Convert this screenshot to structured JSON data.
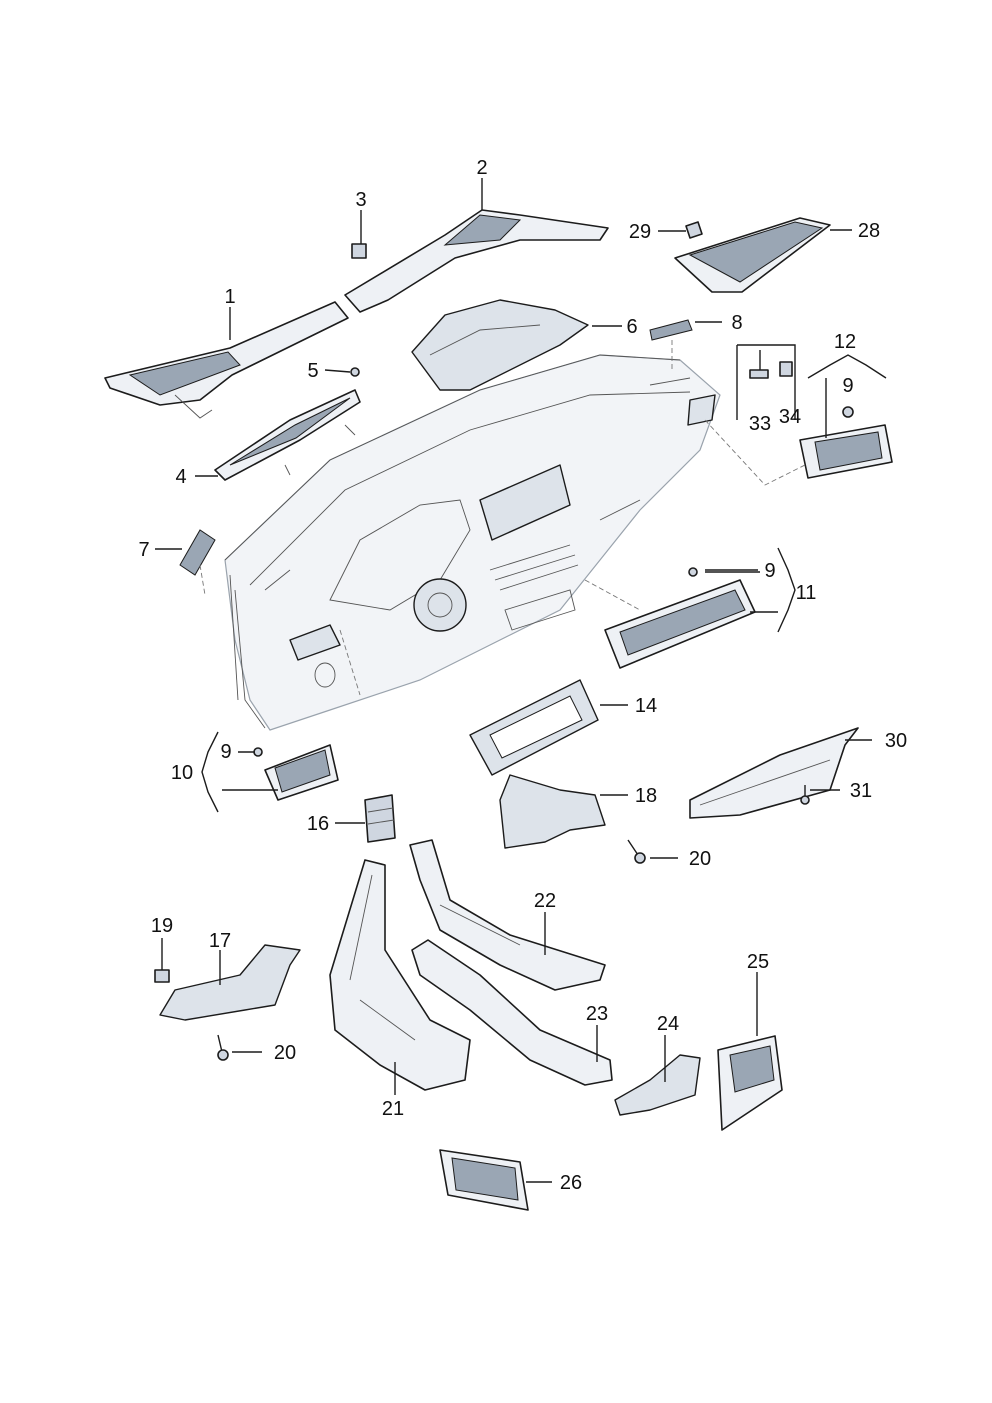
{
  "labels": {
    "l1": "1",
    "l2": "2",
    "l3": "3",
    "l4": "4",
    "l5": "5",
    "l6": "6",
    "l7": "7",
    "l8": "8",
    "l9a": "9",
    "l9b": "9",
    "l9c": "9",
    "l10": "10",
    "l11": "11",
    "l12": "12",
    "l14": "14",
    "l16": "16",
    "l17": "17",
    "l18": "18",
    "l19": "19",
    "l20a": "20",
    "l20b": "20",
    "l21": "21",
    "l22": "22",
    "l23": "23",
    "l24": "24",
    "l25": "25",
    "l26": "26",
    "l28": "28",
    "l29": "29",
    "l30": "30",
    "l31": "31",
    "l33": "33",
    "l34": "34"
  }
}
